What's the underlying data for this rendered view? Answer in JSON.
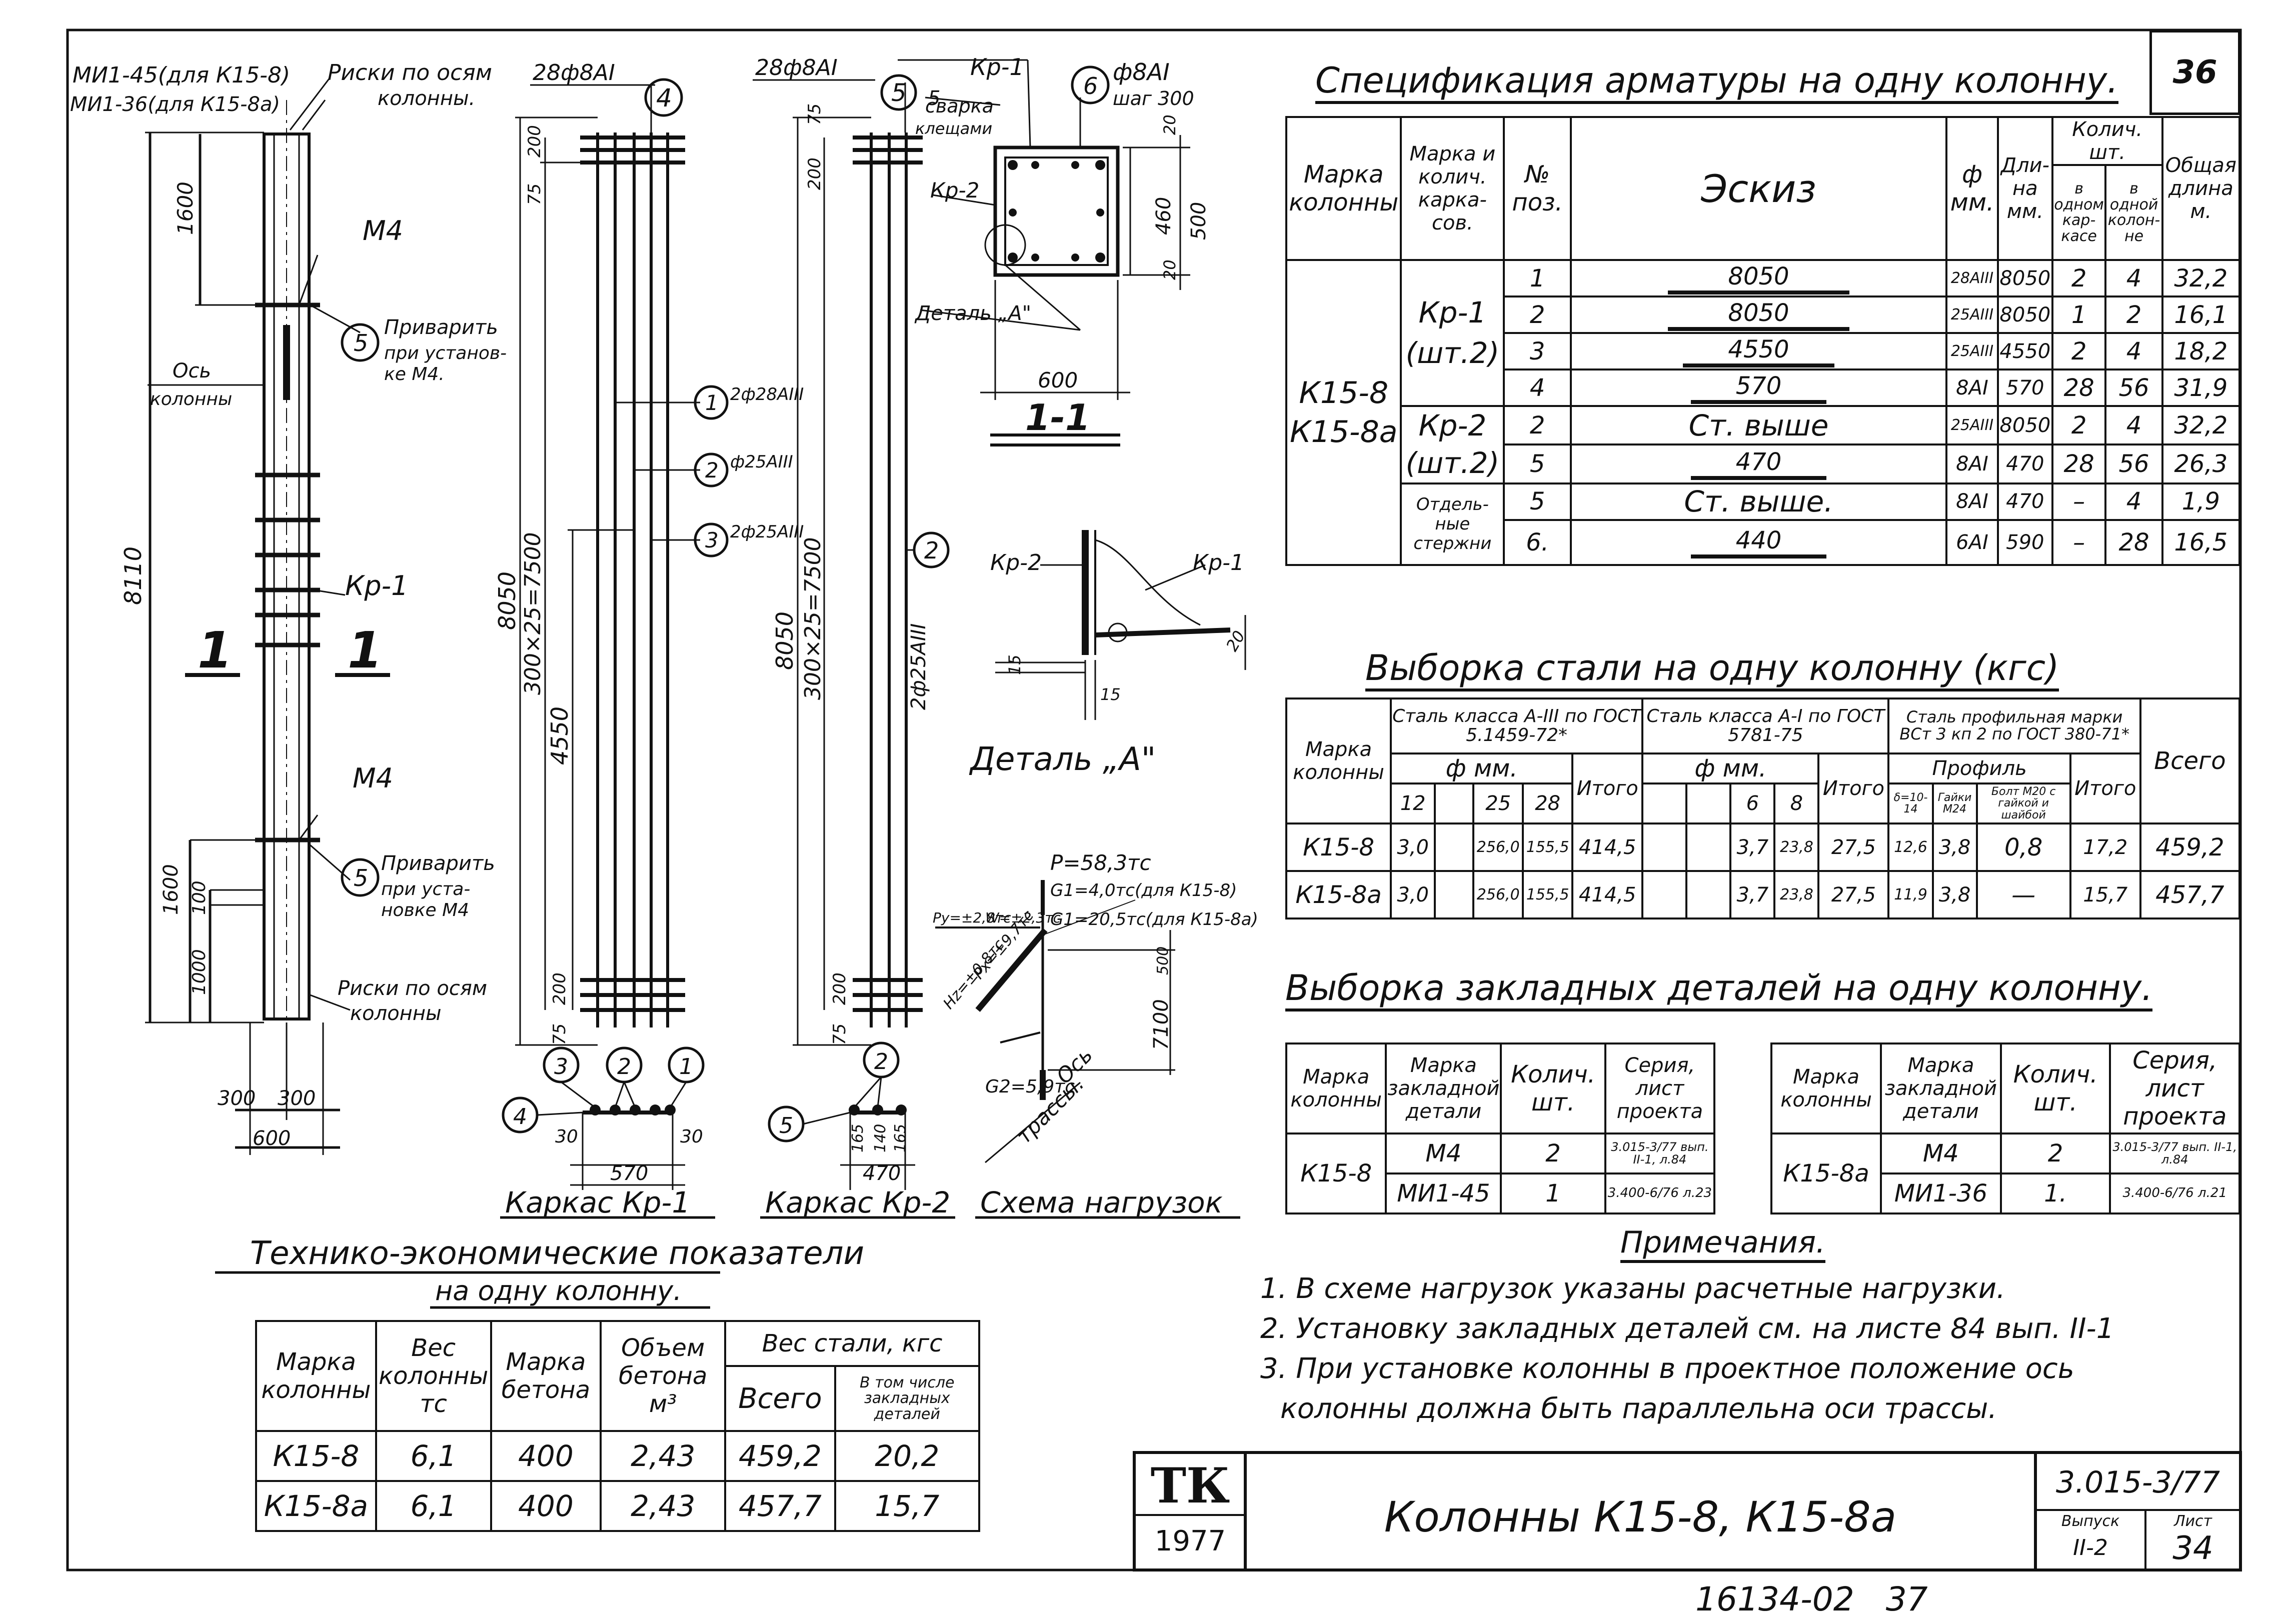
{
  "sheet": {
    "number": "36",
    "tk": "ТК",
    "year": "1977",
    "title": "Колонны К15-8, К15-8а",
    "series": "3.015-3/77",
    "issue_label": "Выпуск",
    "issue": "II-2",
    "sheet_label": "Лист",
    "sheet_no": "34",
    "inventory": "16134-02   37"
  },
  "drawing": {
    "col_top_a": "МИ1-45(для К15-8)",
    "col_top_b": "МИ1-36(для К15-8а)",
    "risk_top_1": "Риски по осям",
    "risk_top_2": "колонны.",
    "dim_1600_top": "1600",
    "m4_top": "М4",
    "weld_num": "5",
    "weld_top_1": "Приварить",
    "weld_top_2": "при установ-",
    "weld_top_3": "ке М4.",
    "axis_1": "Ось",
    "axis_2": "колонны",
    "height_total": "8110",
    "kp1_label": "Кр-1",
    "sec_1": "1",
    "sec_2": "1",
    "m4_bot": "М4",
    "weld_bot_1": "Приварить",
    "weld_bot_2": "при уста-",
    "weld_bot_3": "новке М4",
    "dim_1600_bot": "1600",
    "dim_100": "100",
    "dim_1000": "1000",
    "risk_bot_1": "Риски по осям",
    "risk_bot_2": "колонны",
    "dim_300a": "300",
    "dim_300b": "300",
    "dim_600": "600",
    "kp1_top": "28ф8АI",
    "kp1_pos4": "4",
    "kp1_d200": "200",
    "kp1_d75": "75",
    "kp1_8050": "8050",
    "kp1_step": "300×25=7500",
    "kp1_4550": "4550",
    "call_1": "1",
    "call_1_txt": "2ф28АIII",
    "call_2": "2",
    "call_2_txt": "ф25АIII",
    "call_3": "3",
    "call_3_txt": "2ф25АIII",
    "kp1_bot_200": "200",
    "kp1_bot_75": "75",
    "kp1_sec_3": "3",
    "kp1_sec_2": "2",
    "kp1_sec_1": "1",
    "kp1_sec_4": "4",
    "kp1_30a": "30",
    "kp1_30b": "30",
    "kp1_570": "570",
    "kp1_caption": "Каркас Кр-1",
    "kp2_top": "28ф8АI",
    "kp2_pos5": "5",
    "kp2_d75": "75",
    "kp2_d200": "200",
    "kp2_8050": "8050",
    "kp2_step": "300×25=7500",
    "kp2_call": "2",
    "kp2_call_txt": "2ф25АIII",
    "kp2_bot_200": "200",
    "kp2_bot_75": "75",
    "kp2_sec_2": "2",
    "kp2_sec_5": "5",
    "kp2_165a": "165",
    "kp2_140": "140",
    "kp2_165b": "165",
    "kp2_470": "470",
    "kp2_caption": "Каркас Кр-2",
    "s11_kp1": "Кр-1",
    "s11_pos5": "5",
    "s11_weld_1": "сварка",
    "s11_weld_2": "клещами",
    "s11_pos6": "6",
    "s11_bar": "ф8АI",
    "s11_step": "шаг 300",
    "s11_kp2": "Кр-2",
    "s11_d20a": "20",
    "s11_d460": "460",
    "s11_d500": "500",
    "s11_d20b": "20",
    "s11_detail": "Деталь „А\"",
    "s11_600": "600",
    "s11_caption": "1-1",
    "detA_kp2": "Кр-2",
    "detA_kp1": "Кр-1",
    "detA_20": "20",
    "detA_15a": "15",
    "detA_15b": "15",
    "detA_caption": "Деталь „А\"",
    "load_P": "P=58,3тс",
    "load_G1a": "G1=4,0тс(для К15-8)",
    "load_G1b": "G1=20,5тс(для К15-8а)",
    "load_Py": "Py=±2,8тс",
    "load_W": "W=±2,3тс",
    "load_500": "500",
    "load_Hz": "Hz=±0,8тс",
    "load_Px": "Px=±9,7тс",
    "load_7100": "7100",
    "load_G2": "G2=5,9тс",
    "load_axis_1": "Ось",
    "load_axis_2": "трассы.",
    "load_caption": "Схема нагрузок"
  },
  "spec": {
    "title": "Спецификация арматуры на одну колонну.",
    "h_mark": "Марка колонны",
    "h_frame": "Марка и колич. карка-сов.",
    "h_pos": "№ поз.",
    "h_sketch": "Эскиз",
    "h_phi": "ф мм.",
    "h_len": "Дли-на мм.",
    "h_qty": "Колич. шт.",
    "h_qty_frame": "в одном кар-касе",
    "h_qty_col": "в одной колон-не",
    "h_total": "Общая длина м.",
    "col_mark_1": "К15-8",
    "col_mark_2": "К15-8а",
    "g1_1": "Кр-1",
    "g1_2": "(шт.2)",
    "g2_1": "Кр-2",
    "g2_2": "(шт.2)",
    "g3_1": "Отдель-",
    "g3_2": "ные",
    "g3_3": "стержни",
    "rows": [
      {
        "pos": "1",
        "sketch": "8050",
        "phi": "28АIII",
        "len": "8050",
        "qf": "2",
        "qc": "4",
        "total": "32,2"
      },
      {
        "pos": "2",
        "sketch": "8050",
        "phi": "25АIII",
        "len": "8050",
        "qf": "1",
        "qc": "2",
        "total": "16,1"
      },
      {
        "pos": "3",
        "sketch": "4550",
        "phi": "25АIII",
        "len": "4550",
        "qf": "2",
        "qc": "4",
        "total": "18,2"
      },
      {
        "pos": "4",
        "sketch": "570",
        "phi": "8АI",
        "len": "570",
        "qf": "28",
        "qc": "56",
        "total": "31,9"
      },
      {
        "pos": "2",
        "sketch": "Ст. выше",
        "phi": "25АIII",
        "len": "8050",
        "qf": "2",
        "qc": "4",
        "total": "32,2"
      },
      {
        "pos": "5",
        "sketch": "470",
        "phi": "8АI",
        "len": "470",
        "qf": "28",
        "qc": "56",
        "total": "26,3"
      },
      {
        "pos": "5",
        "sketch": "Ст. выше.",
        "phi": "8АI",
        "len": "470",
        "qf": "–",
        "qc": "4",
        "total": "1,9"
      },
      {
        "pos": "6.",
        "sketch": "440",
        "phi": "6АI",
        "len": "590",
        "qf": "–",
        "qc": "28",
        "total": "16,5"
      }
    ]
  },
  "steel": {
    "title": "Выборка стали на одну колонну (кгс)",
    "h_mark": "Марка колонны",
    "h_a3": "Сталь класса А-III по ГОСТ 5.1459-72*",
    "h_a1": "Сталь класса А-I по ГОСТ 5781-75",
    "h_prof": "Сталь профильная марки ВСт 3 кп 2 по ГОСТ 380-71*",
    "h_phi": "ф мм.",
    "h_phi2": "ф мм.",
    "h_profile": "Профиль",
    "h_itogo": "Итого",
    "h_itogo2": "Итого",
    "h_itogo3": "Итого",
    "h_total": "Всего",
    "d12": "12",
    "d25": "25",
    "d28": "28",
    "d6": "6",
    "d8": "8",
    "p_strip": "δ=10-14",
    "p_nut": "Гайки М24",
    "p_bolt": "Болт М20 с гайкой и шайбой",
    "rows": [
      {
        "mark": "К15-8",
        "c12": "3,0",
        "c25": "256,0",
        "c28": "155,5",
        "it1": "414,5",
        "c6": "3,7",
        "c8": "23,8",
        "it2": "27,5",
        "p1": "12,6",
        "p2": "3,8",
        "p3": "0,8",
        "it3": "17,2",
        "tot": "459,2"
      },
      {
        "mark": "К15-8а",
        "c12": "3,0",
        "c25": "256,0",
        "c28": "155,5",
        "it1": "414,5",
        "c6": "3,7",
        "c8": "23,8",
        "it2": "27,5",
        "p1": "11,9",
        "p2": "3,8",
        "p3": "—",
        "it3": "15,7",
        "tot": "457,7"
      }
    ]
  },
  "embed": {
    "title": "Выборка закладных деталей на одну колонну.",
    "h_mark": "Марка колонны",
    "h_det": "Марка закладной детали",
    "h_qty": "Колич. шт.",
    "h_ser": "Серия, лист проекта",
    "left": {
      "col": "К15-8",
      "rows": [
        {
          "det": "М4",
          "qty": "2",
          "ser": "3.015-3/77 вып. II-1, л.84"
        },
        {
          "det": "МИ1-45",
          "qty": "1",
          "ser": "3.400-6/76 л.23"
        }
      ]
    },
    "right": {
      "col": "К15-8а",
      "rows": [
        {
          "det": "М4",
          "qty": "2",
          "ser": "3.015-3/77 вып. II-1, л.84"
        },
        {
          "det": "МИ1-36",
          "qty": "1.",
          "ser": "3.400-6/76 л.21"
        }
      ]
    }
  },
  "tep": {
    "title_1": "Технико-экономические показатели",
    "title_2": "на одну колонну.",
    "h_mark": "Марка колонны",
    "h_weight": "Вес колонны тс",
    "h_conc": "Марка бетона",
    "h_vol": "Объем бетона м³",
    "h_steel": "Вес стали, кгс",
    "h_all": "Всего",
    "h_incl": "В том числе закладных деталей",
    "rows": [
      {
        "mark": "К15-8",
        "w": "6,1",
        "c": "400",
        "v": "2,43",
        "s": "459,2",
        "e": "20,2"
      },
      {
        "mark": "К15-8а",
        "w": "6,1",
        "c": "400",
        "v": "2,43",
        "s": "457,7",
        "e": "15,7"
      }
    ]
  },
  "notes": {
    "title": "Примечания.",
    "n1": "1. В схеме нагрузок указаны расчетные нагрузки.",
    "n2": "2. Установку закладных деталей см. на листе 84 вып. II-1",
    "n3": "3. При установке колонны в проектное положение ось",
    "n4": "колонны должна быть параллельна оси трассы."
  }
}
